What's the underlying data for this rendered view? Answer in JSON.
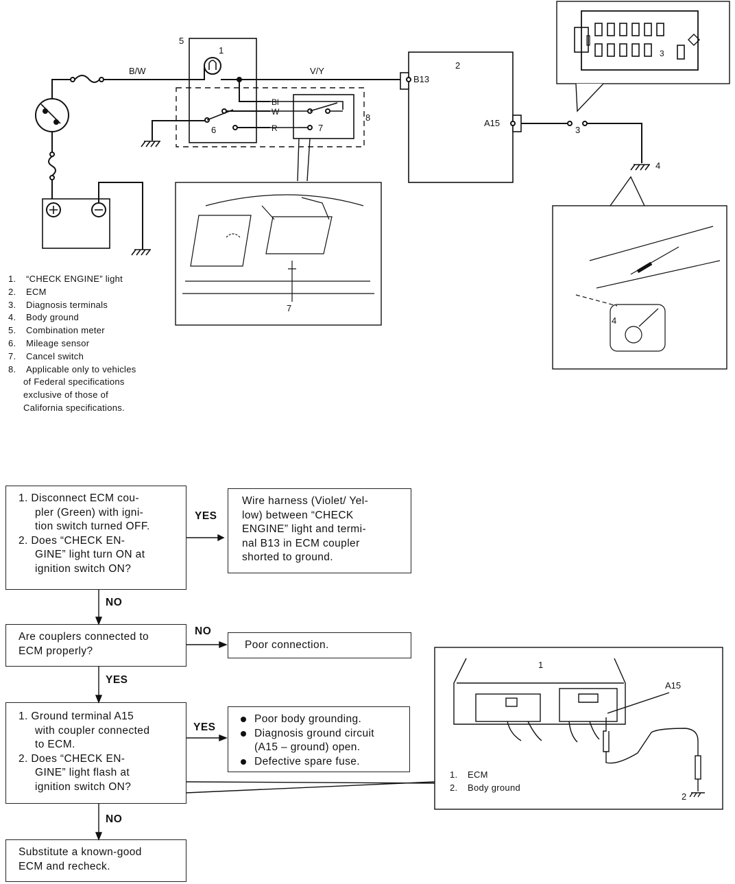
{
  "wiring": {
    "labels": {
      "n1": "1",
      "n2": "2",
      "n3": "3",
      "n4": "4",
      "n5": "5",
      "n6": "6",
      "n7": "7",
      "n8": "8",
      "bw": "B/W",
      "vy": "V/Y",
      "b13": "B13",
      "a15": "A15",
      "bl": "Bl",
      "w": "W",
      "r": "R",
      "inset_7": "7",
      "inset_4": "4",
      "inset_3": "3"
    },
    "legend": [
      {
        "num": "1.",
        "text": "“CHECK ENGINE” light"
      },
      {
        "num": "2.",
        "text": "ECM"
      },
      {
        "num": "3.",
        "text": "Diagnosis terminals"
      },
      {
        "num": "4.",
        "text": "Body ground"
      },
      {
        "num": "5.",
        "text": "Combination meter"
      },
      {
        "num": "6.",
        "text": "Mileage sensor"
      },
      {
        "num": "7.",
        "text": "Cancel switch"
      },
      {
        "num": "8.",
        "text": "Applicable only to vehicles"
      }
    ],
    "legend_cont": [
      "of Federal specifications",
      "exclusive of those of",
      "California specifications."
    ]
  },
  "flowchart": {
    "step1": [
      "1.  Disconnect ECM cou-",
      "pler (Green) with igni-",
      "tion switch turned OFF.",
      "2.  Does “CHECK EN-",
      "GINE” light turn ON at",
      "ignition switch ON?"
    ],
    "result1": [
      "Wire harness (Violet/ Yel-",
      "low) between “CHECK",
      "ENGINE” light and termi-",
      "nal B13 in ECM coupler",
      "shorted to ground."
    ],
    "step2": [
      "Are couplers connected to",
      "ECM properly?"
    ],
    "result2": "Poor connection.",
    "step3": [
      "1.  Ground terminal A15",
      "with coupler connected",
      "to ECM.",
      "2.  Does “CHECK EN-",
      "GINE” light flash at",
      "ignition switch ON?"
    ],
    "result3": [
      "Poor body grounding.",
      "Diagnosis ground circuit",
      "(A15 – ground) open.",
      "Defective spare fuse."
    ],
    "step4": [
      "Substitute a known-good",
      "ECM and recheck."
    ],
    "arrows": {
      "yes1": "YES",
      "no1": "NO",
      "no2": "NO",
      "yes2": "YES",
      "yes3": "YES",
      "no3": "NO"
    }
  },
  "ecm_inset": {
    "n1": "1",
    "a15": "A15",
    "n2": "2",
    "legend": [
      {
        "num": "1.",
        "text": "ECM"
      },
      {
        "num": "2.",
        "text": "Body ground"
      }
    ]
  }
}
